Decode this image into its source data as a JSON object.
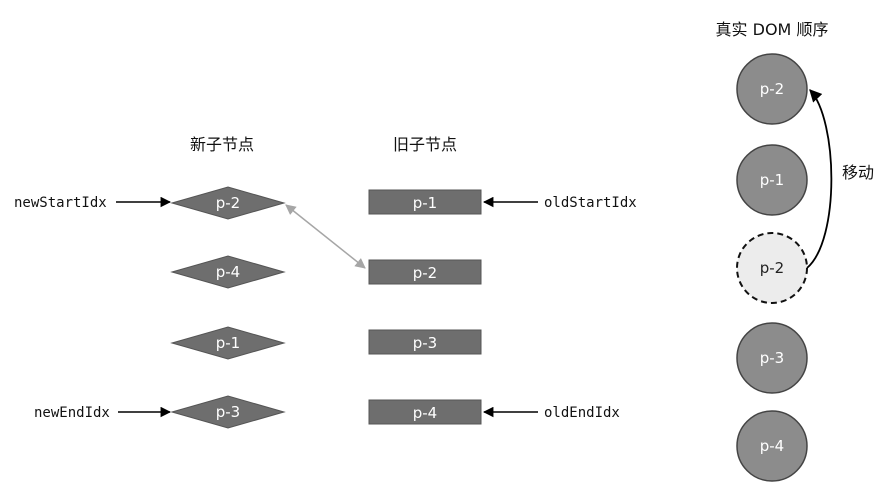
{
  "headers": {
    "new_children": "新子节点",
    "old_children": "旧子节点",
    "real_dom_order": "真实 DOM 顺序"
  },
  "new_children": [
    "p-2",
    "p-4",
    "p-1",
    "p-3"
  ],
  "old_children": [
    "p-1",
    "p-2",
    "p-3",
    "p-4"
  ],
  "pointers": {
    "new_start": "newStartIdx",
    "new_end": "newEndIdx",
    "old_start": "oldStartIdx",
    "old_end": "oldEndIdx"
  },
  "real_dom": [
    {
      "label": "p-2",
      "state": "moved"
    },
    {
      "label": "p-1",
      "state": "normal"
    },
    {
      "label": "p-2",
      "state": "placeholder"
    },
    {
      "label": "p-3",
      "state": "normal"
    },
    {
      "label": "p-4",
      "state": "normal"
    }
  ],
  "move_label": "移动",
  "colors": {
    "node_fill": "#6e6e6e",
    "node_stroke": "#555555",
    "dom_fill": "#8c8c8c",
    "dom_stroke": "#444444",
    "placeholder_fill": "#ececec",
    "link": "#a6a6a6"
  }
}
